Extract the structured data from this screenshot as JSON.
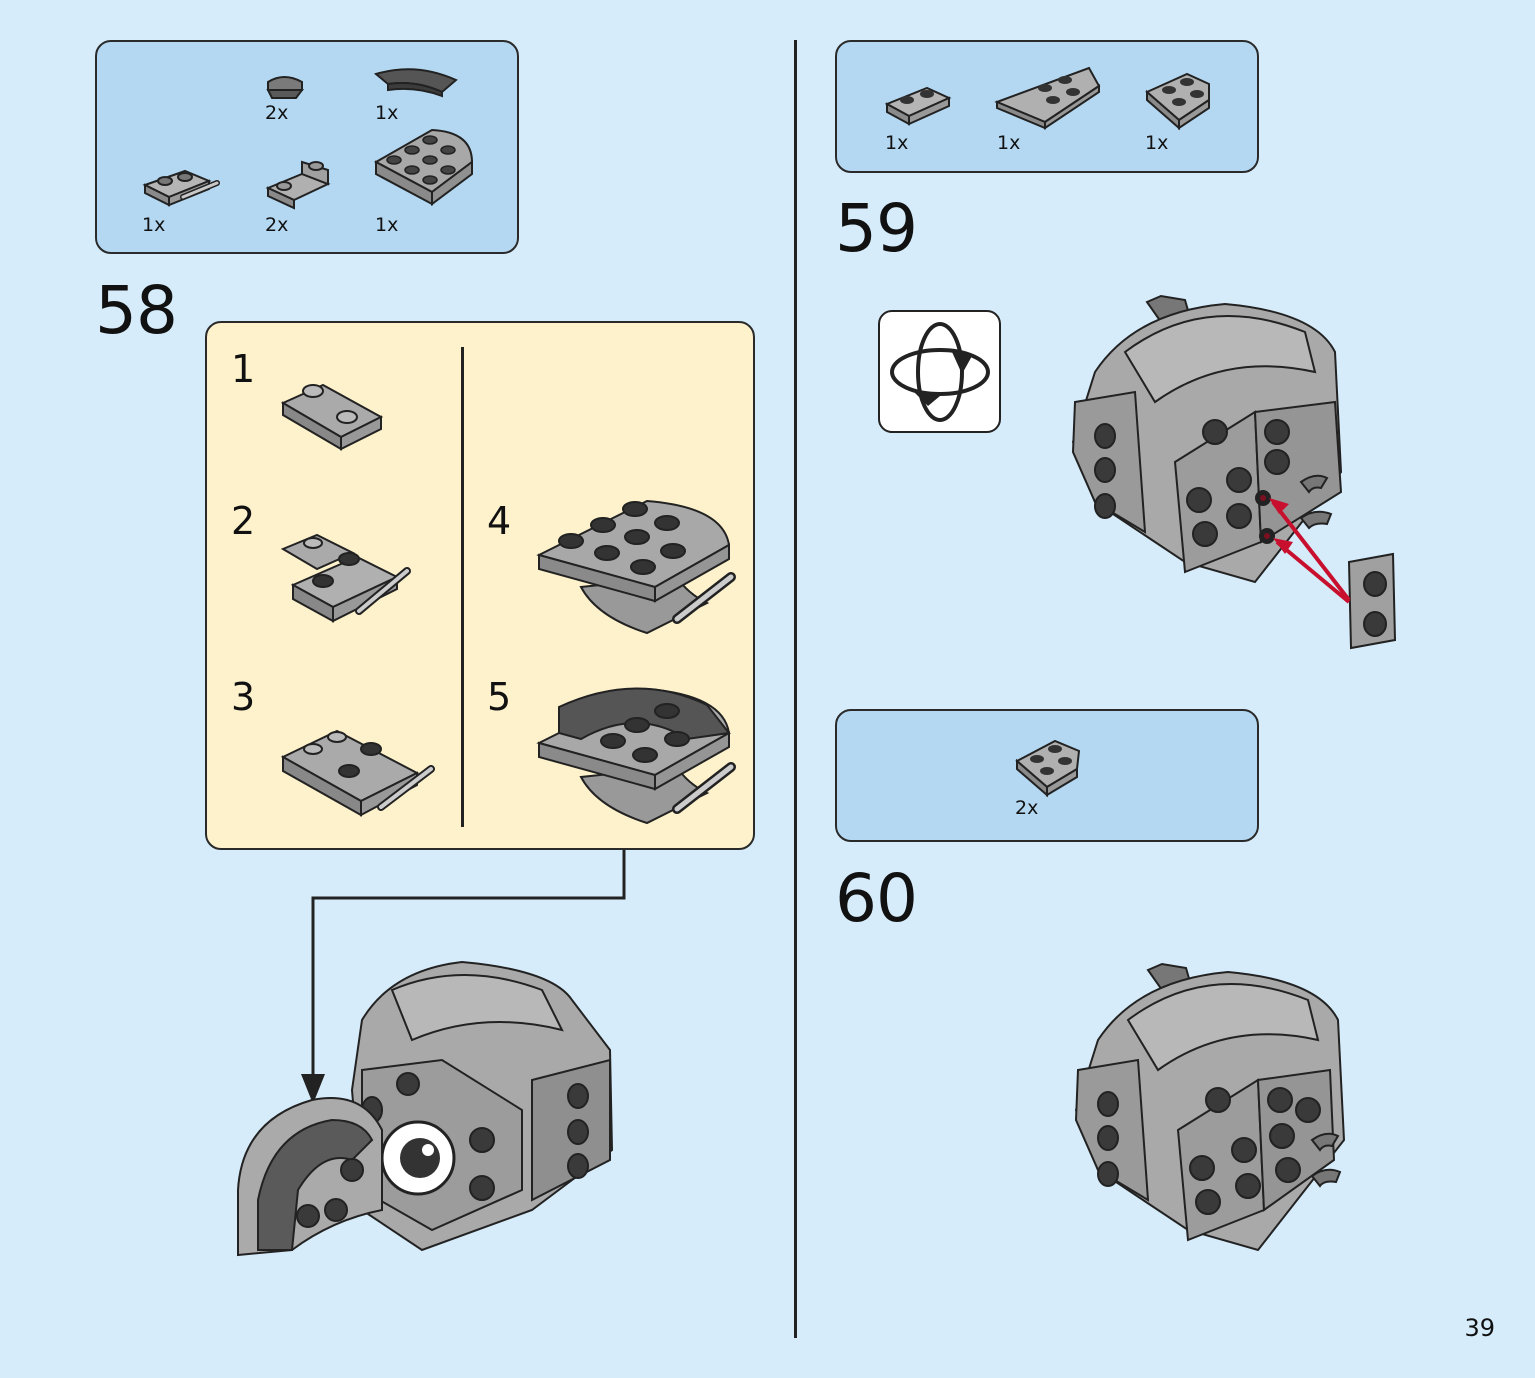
{
  "page_number": "39",
  "steps": {
    "step58": {
      "number": "58",
      "parts": [
        {
          "qty": "2x",
          "icon": "curved-slope-1x1-icon"
        },
        {
          "qty": "1x",
          "icon": "macaroni-tile-icon"
        },
        {
          "qty": "1x",
          "icon": "plate-1x2-with-bar-icon"
        },
        {
          "qty": "2x",
          "icon": "inverted-slope-plate-icon"
        },
        {
          "qty": "1x",
          "icon": "round-corner-plate-4x4-icon"
        }
      ],
      "substeps": [
        "1",
        "2",
        "3",
        "4",
        "5"
      ]
    },
    "step59": {
      "number": "59",
      "parts": [
        {
          "qty": "1x",
          "icon": "plate-1x2-icon"
        },
        {
          "qty": "1x",
          "icon": "wedge-plate-icon"
        },
        {
          "qty": "1x",
          "icon": "wing-plate-2x2-icon"
        }
      ],
      "rotate_icon": "rotate-model-icon"
    },
    "step60": {
      "number": "60",
      "parts": [
        {
          "qty": "2x",
          "icon": "wedge-plate-2x2-icon"
        }
      ]
    }
  },
  "colors": {
    "background": "#d6ecfa",
    "parts_box": "#b4d8f2",
    "substep_box": "#fdf2cc",
    "brick_gray": "#a9a9a9",
    "brick_dark": "#5c5c5c",
    "arrow_red": "#c8102e"
  }
}
